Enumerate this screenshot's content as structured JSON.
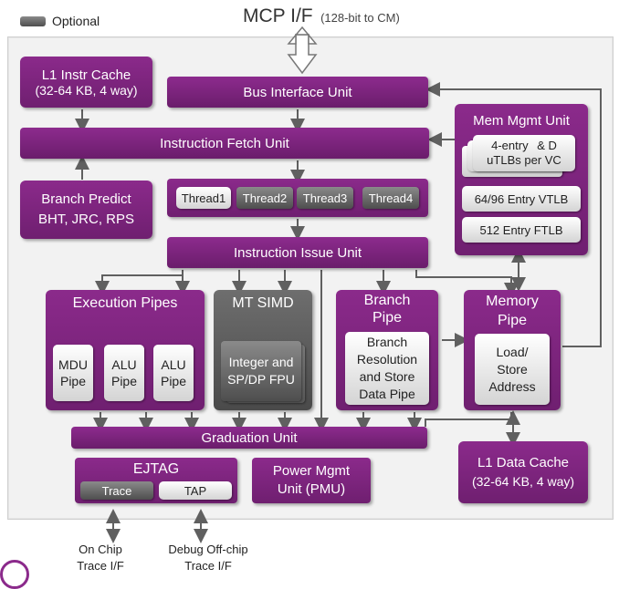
{
  "legend": {
    "label": "Optional"
  },
  "top": {
    "title": "MCP I/F",
    "subtitle": "(128-bit to CM)"
  },
  "l1_instr": {
    "line1": "L1 Instr Cache",
    "line2": "(32-64 KB, 4 way)"
  },
  "bus_interface": "Bus Interface Unit",
  "instr_fetch": "Instruction Fetch Unit",
  "branch_predict": {
    "line1": "Branch Predict",
    "line2": "BHT, JRC, RPS"
  },
  "threads": [
    "Thread1",
    "Thread2",
    "Thread3",
    "Thread4"
  ],
  "instr_issue": "Instruction Issue Unit",
  "mem_mgmt": {
    "title": "Mem Mgmt Unit",
    "utlb_line1a": "4-entry",
    "utlb_line1b": "& D",
    "utlb_line2": "uTLBs per VC",
    "vtlb": "64/96 Entry VTLB",
    "ftlb": "512 Entry FTLB"
  },
  "exec_pipes": {
    "title": "Execution Pipes",
    "pipes": [
      {
        "line1": "MDU",
        "line2": "Pipe"
      },
      {
        "line1": "ALU",
        "line2": "Pipe"
      },
      {
        "line1": "ALU",
        "line2": "Pipe"
      }
    ]
  },
  "mt_simd": {
    "title": "MT SIMD",
    "line1": "Integer and",
    "line2": "SP/DP FPU"
  },
  "branch_pipe": {
    "title1": "Branch",
    "title2": "Pipe",
    "inner": [
      "Branch",
      "Resolution",
      "and Store",
      "Data Pipe"
    ]
  },
  "memory_pipe": {
    "title1": "Memory",
    "title2": "Pipe",
    "inner": [
      "Load/",
      "Store",
      "Address"
    ]
  },
  "graduation": "Graduation Unit",
  "l1_data": {
    "line1": "L1 Data Cache",
    "line2": "(32-64 KB, 4 way)"
  },
  "ejtag": {
    "title": "EJTAG",
    "trace": "Trace",
    "tap": "TAP"
  },
  "power": {
    "line1": "Power Mgmt",
    "line2": "Unit (PMU)"
  },
  "bottom": {
    "onchip1": "On Chip",
    "onchip2": "Trace I/F",
    "debug1": "Debug Off-chip",
    "debug2": "Trace I/F"
  },
  "colors": {
    "purple": "#7a247b",
    "grey": "#5a5a5a",
    "arrow": "#606060"
  }
}
